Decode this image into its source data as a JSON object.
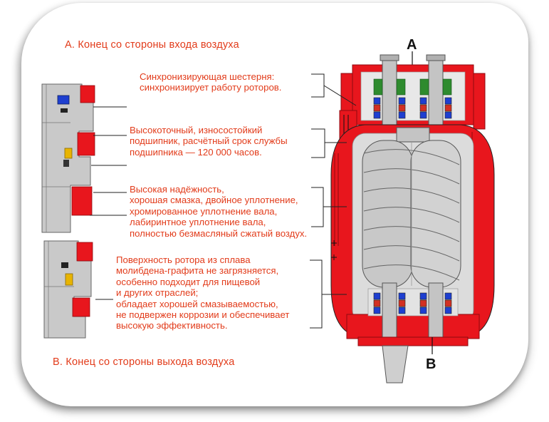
{
  "colors": {
    "text_red": "#e23b1a",
    "housing_red": "#e8161d",
    "housing_red_dark": "#8f0a10",
    "steel_gray": "#c9c9c9",
    "bearing_blue": "#1e3fd0",
    "bearing_red": "#d23022",
    "gear_green": "#2e8b2e",
    "brass_yellow": "#e8b400"
  },
  "headers": {
    "top": "А. Конец со стороны входа воздуха",
    "bottom": "В. Конец со стороны выхода воздуха"
  },
  "markers": {
    "a": "А",
    "b": "В"
  },
  "annotations": {
    "sync_gear": [
      "Синхронизирующая шестерня:",
      "синхронизирует работу роторов."
    ],
    "bearing": [
      "Высокоточный, износостойкий",
      "подшипник, расчётный срок службы",
      "подшипника — 120 000 часов."
    ],
    "seals": [
      "Высокая надёжность,",
      "хорошая смазка, двойное уплотнение,",
      "хромированное уплотнение вала,",
      "лабиринтное уплотнение вала,",
      "полностью безмасляный сжатый воздух."
    ],
    "rotor_surface": [
      "Поверхность ротора из сплава",
      "молибдена-графита не загрязняется,",
      "особенно подходит для пищевой",
      "и других отраслей;",
      "обладает хорошей смазываемостью,",
      "не подвержен коррозии и обеспечивает",
      "высокую эффективность."
    ]
  }
}
